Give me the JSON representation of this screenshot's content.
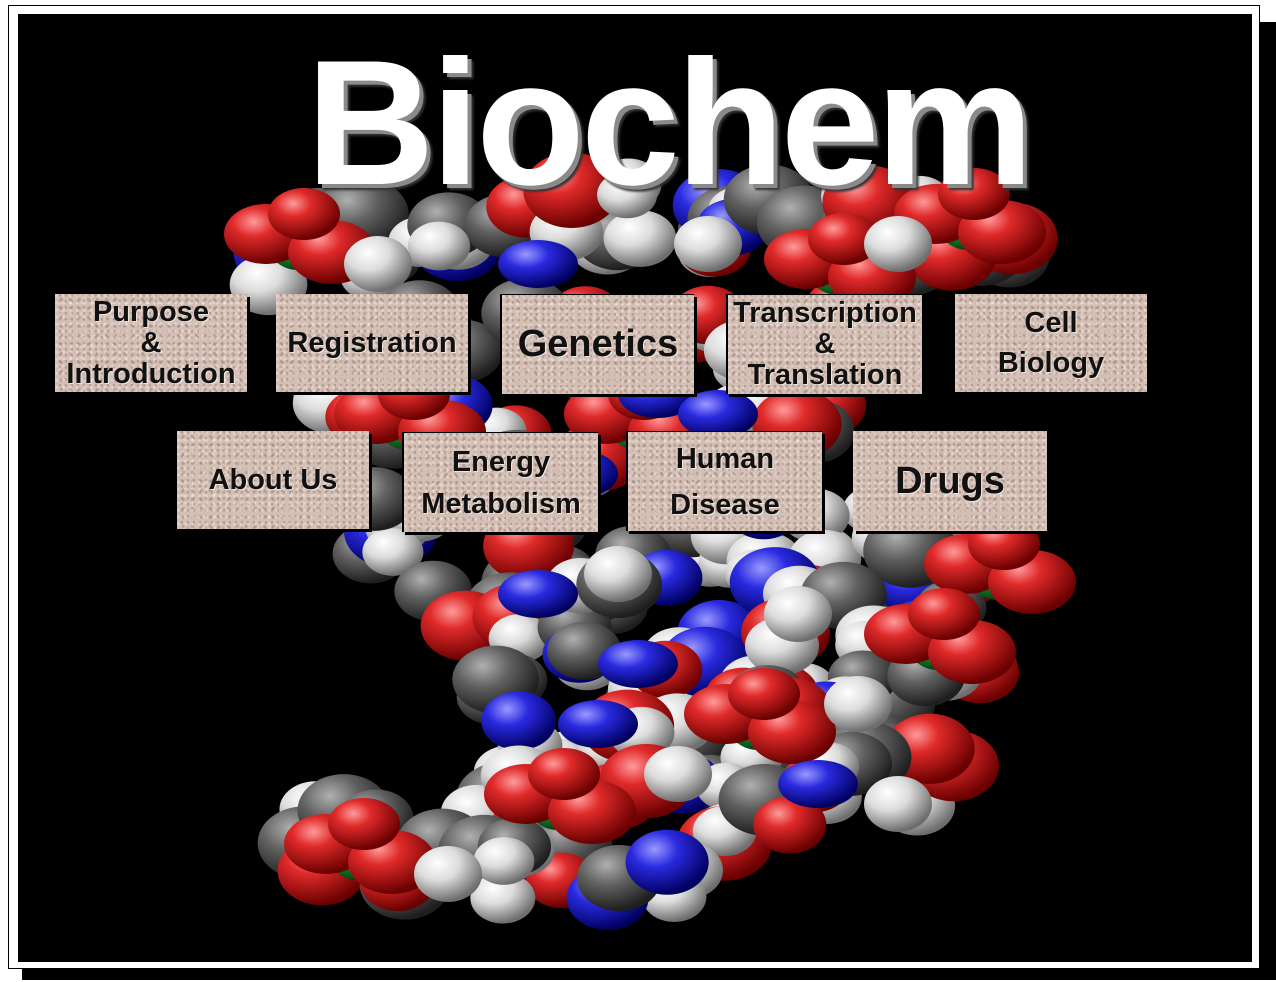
{
  "header": {
    "title": "Biochem"
  },
  "nav": {
    "purpose": "Purpose\n&\nIntroduction",
    "registration": "Registration",
    "genetics": "Genetics",
    "transcription": "Transcription\n&\nTranslation",
    "cell_biology": "Cell\nBiology",
    "about_us": "About Us",
    "energy_metabolism": "Energy\nMetabolism",
    "human_disease": "Human\nDisease",
    "drugs": "Drugs"
  },
  "colors": {
    "background": "#000000",
    "button_face": "#d4bfb4",
    "atom_oxygen": "#d42020",
    "atom_hydrogen": "#e6e6e6",
    "atom_carbon": "#6a6a6a",
    "atom_nitrogen": "#2424d8",
    "atom_phosphorus": "#22b040"
  },
  "icons": {
    "background_image": "dna-molecule-icon"
  }
}
